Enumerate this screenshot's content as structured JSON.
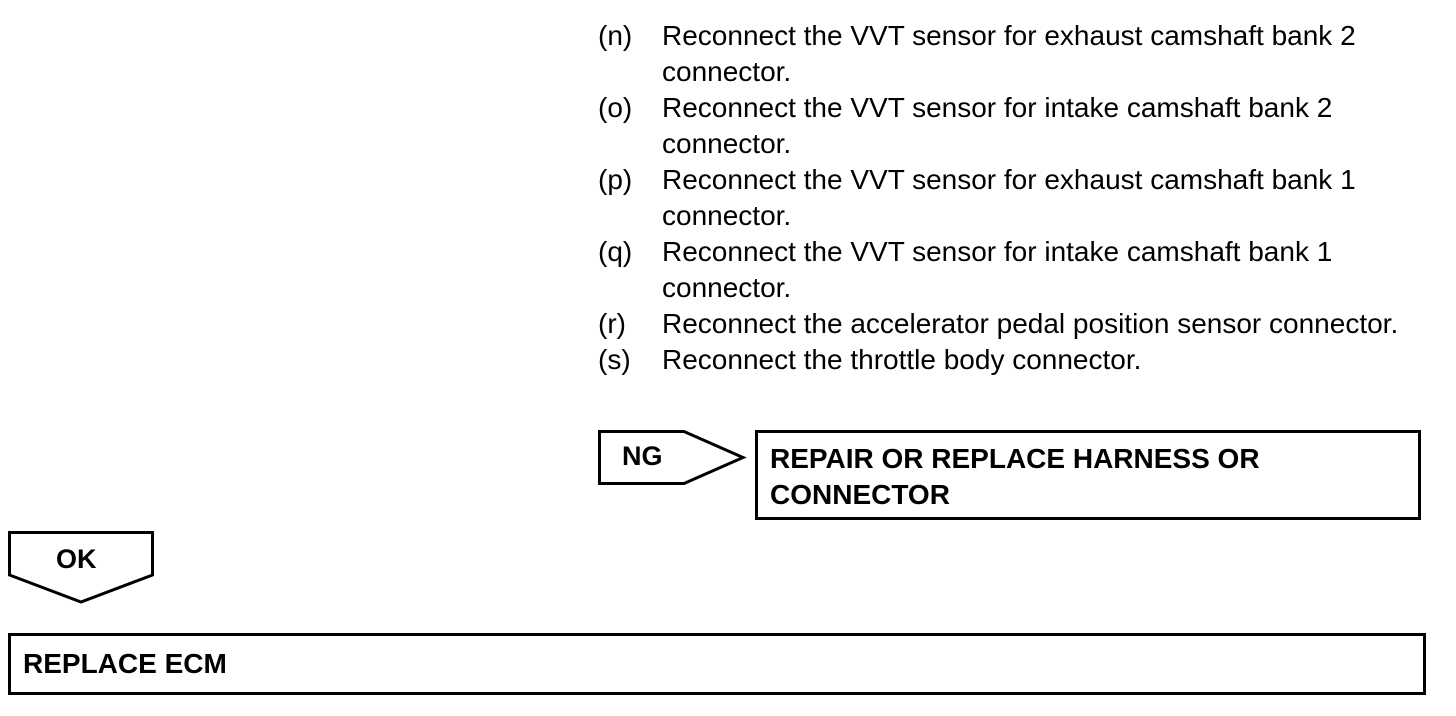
{
  "steps": [
    {
      "letter": "(n)",
      "text": "Reconnect the VVT sensor for exhaust camshaft bank 2 connector."
    },
    {
      "letter": "(o)",
      "text": "Reconnect the VVT sensor for intake camshaft bank 2 connector."
    },
    {
      "letter": "(p)",
      "text": "Reconnect the VVT sensor for exhaust camshaft bank 1 connector."
    },
    {
      "letter": "(q)",
      "text": "Reconnect the VVT sensor for intake camshaft bank 1 connector."
    },
    {
      "letter": "(r)",
      "text": "Reconnect the accelerator pedal position sensor connector."
    },
    {
      "letter": "(s)",
      "text": "Reconnect the throttle body connector."
    }
  ],
  "ng_branch": {
    "label": "NG",
    "result": "REPAIR OR REPLACE HARNESS OR CONNECTOR"
  },
  "ok_branch": {
    "label": "OK",
    "result": "REPLACE ECM"
  },
  "colors": {
    "ink": "#000000",
    "background": "#ffffff"
  }
}
